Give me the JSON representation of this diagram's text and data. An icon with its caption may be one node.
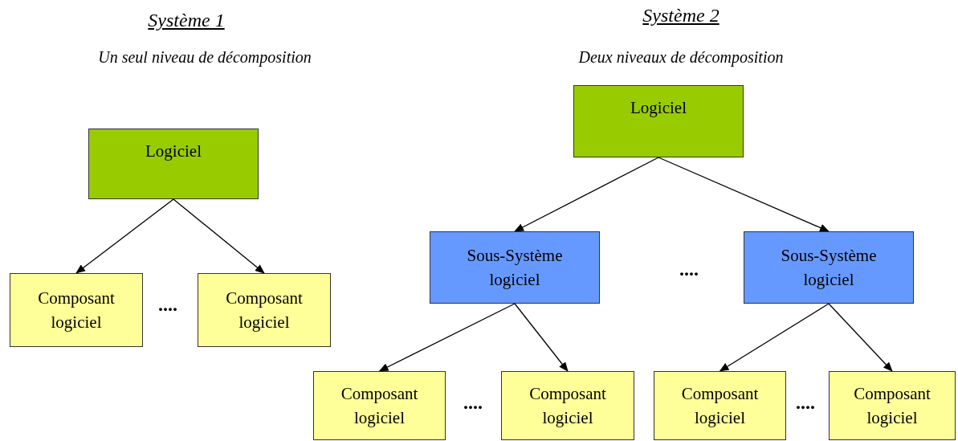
{
  "diagram": {
    "nodes": [
      {
        "text": [
          "Logiciel"
        ]
      },
      {
        "text": [
          "Composant logiciel"
        ]
      },
      {
        "text": [
          "Composant logiciel"
        ]
      },
      {
        "text": [
          "Logiciel"
        ]
      },
      {
        "text": [
          "Sous-Système logiciel"
        ]
      },
      {
        "text": [
          "Sous-Système logiciel"
        ]
      },
      {
        "text": [
          "Composant logiciel"
        ]
      },
      {
        "text": [
          "Composant logiciel"
        ]
      },
      {
        "text": [
          "Composant logiciel"
        ]
      },
      {
        "text": [
          "Composant logiciel"
        ]
      }
    ],
    "edges": [
      {
        "from": 0,
        "to": 1,
        "arrow": "to"
      },
      {
        "from": 0,
        "to": 2,
        "arrow": "to"
      },
      {
        "from": 3,
        "to": 4,
        "arrow": "to"
      },
      {
        "from": 3,
        "to": 5,
        "arrow": "to"
      },
      {
        "from": 4,
        "to": 6,
        "arrow": "to"
      },
      {
        "from": 4,
        "to": 7,
        "arrow": "to"
      },
      {
        "from": 5,
        "to": 8,
        "arrow": "to"
      },
      {
        "from": 5,
        "to": 9,
        "arrow": "to"
      }
    ],
    "labels": [
      "Système 1",
      "Système 2",
      "Un seul niveau de décomposition",
      "Deux niveaux de décomposition",
      "....",
      "....",
      "....",
      "...."
    ]
  }
}
